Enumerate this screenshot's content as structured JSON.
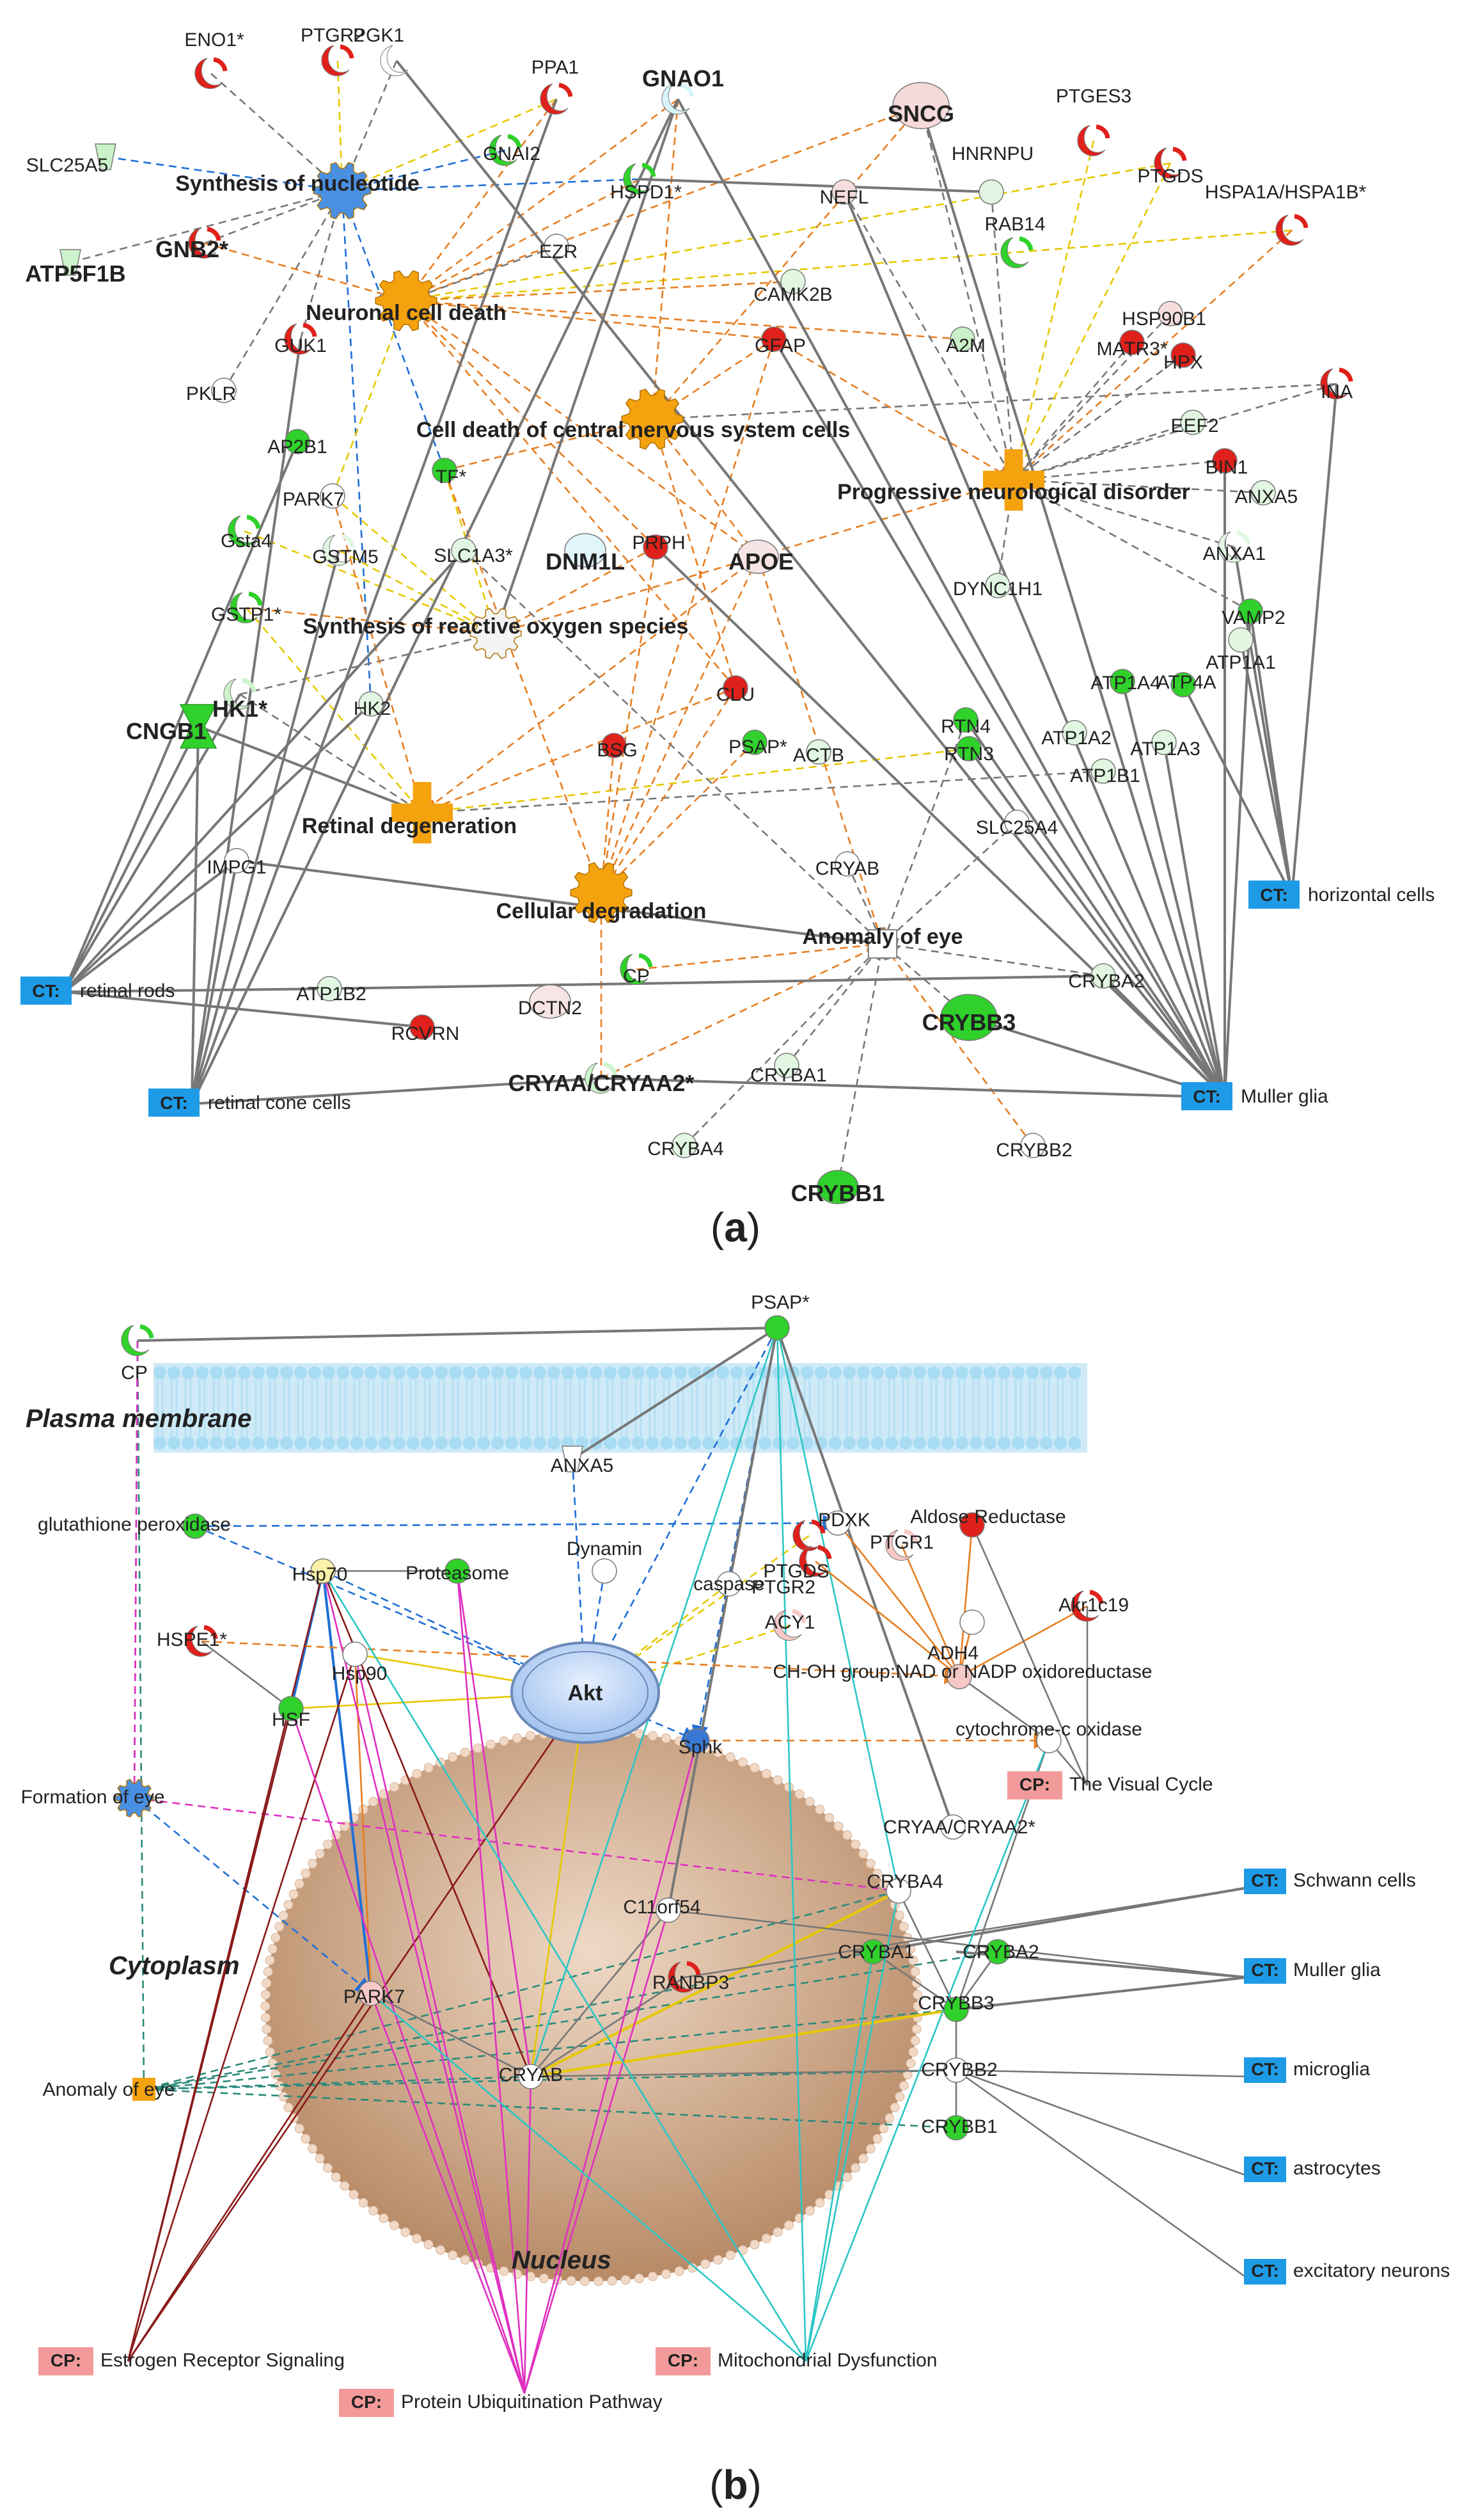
{
  "panel_a": {
    "caption": "a",
    "functions": [
      "Synthesis of nucleotide",
      "Neuronal cell death",
      "Cell death of central nervous system cells",
      "Progressive neurological disorder",
      "Synthesis of reactive oxygen species",
      "Retinal degeneration",
      "Cellular degradation",
      "Anomaly of eye"
    ],
    "genes": [
      "PTGR2",
      "PGK1",
      "ENO1*",
      "PPA1",
      "GNAO1",
      "SNCG",
      "PTGES3",
      "PTGDS",
      "SLC25A5",
      "GNAI2",
      "HSPD1*",
      "NEFL",
      "HNRNPU",
      "HSPA1A/HSPA1B*",
      "ATP5F1B",
      "GNB2*",
      "EZR",
      "CAMK2B",
      "RAB14",
      "HSP90B1",
      "GUK1",
      "GFAP",
      "A2M",
      "MATR3*",
      "HPX",
      "PKLR",
      "INA",
      "AP2B1",
      "EEF2",
      "BIN1",
      "TF*",
      "PARK7",
      "ANXA5",
      "Gsta4",
      "GSTM5",
      "SLC1A3*",
      "PRPH",
      "DNM1L",
      "APOE",
      "ANXA1",
      "DYNC1H1",
      "GSTP1*",
      "VAMP2",
      "ATP1A1",
      "HK1*",
      "HK2",
      "CLU",
      "ATP1A4",
      "ATP4A",
      "CNGB1",
      "BSG",
      "PSAP*",
      "RTN4",
      "RTN3",
      "ATP1A2",
      "ATP1A3",
      "ACTB",
      "ATP1B1",
      "IMPG1",
      "SLC25A4",
      "CRYAB",
      "CP",
      "DCTN2",
      "ATP1B2",
      "RCVRN",
      "CRYBA2",
      "CRYBB3",
      "CRYAA/CRYAA2*",
      "CRYBA1",
      "CRYBA4",
      "CRYBB2",
      "CRYBB1"
    ],
    "cell_types": {
      "tag": "CT:",
      "items": [
        "horizontal cells",
        "retinal rods",
        "retinal cone cells",
        "Muller glia"
      ]
    }
  },
  "panel_b": {
    "caption": "b",
    "compartments": [
      "Plasma membrane",
      "Cytoplasm",
      "Nucleus"
    ],
    "nodes": [
      "CP",
      "PSAP*",
      "ANXA5",
      "PDXK",
      "Aldose Reductase",
      "glutathione peroxidase",
      "Hsp70",
      "Proteasome",
      "Dynamin",
      "PTGDS",
      "PTGR1",
      "PTGR2",
      "caspase",
      "ACY1",
      "ADH4",
      "Akr1c19",
      "HSPE1*",
      "Hsp90",
      "Akt",
      "CH-OH group:NAD or NADP oxidoreductase",
      "HSF",
      "Sphk",
      "cytochrome-c oxidase",
      "Formation of eye",
      "CRYAA/CRYAA2*",
      "C11orf54",
      "CRYBA4",
      "CRYBA1",
      "CRYBA2",
      "RANBP3",
      "PARK7",
      "CRYBB3",
      "Anomaly of eye",
      "CRYAB",
      "CRYBB2",
      "CRYBB1"
    ],
    "cell_types": {
      "tag": "CT:",
      "items": [
        "Schwann cells",
        "Muller glia",
        "microglia",
        "astrocytes",
        "excitatory neurons"
      ]
    },
    "pathways": {
      "tag": "CP:",
      "items": [
        "The Visual Cycle",
        "Estrogen Receptor Signaling",
        "Mitochondrial Dysfunction",
        "Protein Ubiquitination Pathway"
      ]
    }
  },
  "colors": {
    "upregulated": "#e0201a",
    "downregulated": "#2fd12a",
    "function_orange": "#f5a20f",
    "function_blue": "#4a90e2",
    "membrane": "#a7dcf2",
    "nucleus": "#caa07c",
    "ct_box": "#1e9be6",
    "cp_box": "#f29a9a",
    "edge_gray": "#777777",
    "edge_orange": "#e67e22",
    "edge_yellow": "#e6c800",
    "edge_blue": "#1f6fd6",
    "edge_magenta": "#e030c0",
    "edge_cyan": "#2cc6c6",
    "edge_teal": "#2a8a7a",
    "edge_darkred": "#8a1a1a"
  }
}
